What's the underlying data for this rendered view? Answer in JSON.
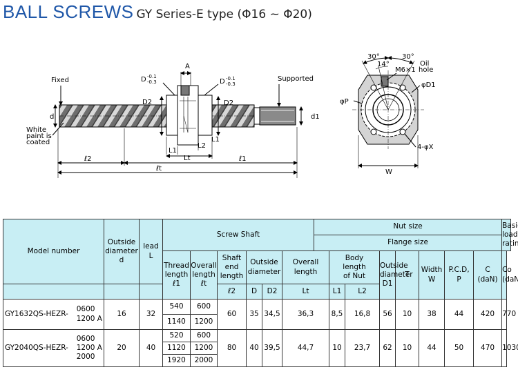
{
  "title": {
    "main": "BALL SCREWS",
    "sub": "GY Series-E type (Φ16 ~ Φ20)"
  },
  "drawing": {
    "fixed": "Fixed",
    "supported": "Supported",
    "white_paint": [
      "White",
      "paint is",
      "coated"
    ],
    "a": "A",
    "d_tol_left": "D",
    "d_tol_right": "D",
    "tol_upper": "-0.1",
    "tol_lower": "-0.3",
    "d2_left": "D2",
    "d2_right": "D2",
    "d": "d",
    "d1": "d1",
    "l1_a": "L1",
    "l1_b": "L1",
    "l2": "L2",
    "lt": "Lt",
    "ell2": "ℓ2",
    "ellt": "ℓt",
    "ell1": "ℓ1",
    "angle1": "30°",
    "angle2": "30°",
    "angle3": "14°",
    "oil": "Oil",
    "hole": "hole",
    "m6": "M6×1",
    "phiP": "φP",
    "phiD1": "φD1",
    "holes": "4-φX",
    "w": "W"
  },
  "table": {
    "h_model": "Model number",
    "h_outside_d": [
      "Outside",
      "diameter",
      "d"
    ],
    "h_lead": [
      "lead",
      "L"
    ],
    "h_screw_shaft": "Screw Shaft",
    "h_nut_size": "Nut size",
    "h_flange_size": "Flange size",
    "h_basic": [
      "Basic",
      "load rating"
    ],
    "h_thread": [
      "Thread",
      "length",
      "ℓ1"
    ],
    "h_overall_shaft": [
      "Overall",
      "length",
      "ℓt"
    ],
    "h_shaft_end": [
      "Shaft",
      "end",
      "length"
    ],
    "h_outside_diam": [
      "Outside",
      "diameter"
    ],
    "h_overall_nut": [
      "Overall",
      "length"
    ],
    "h_body": [
      "Body",
      "length",
      "of Nut"
    ],
    "h_outside_d1": [
      "Outside",
      "diameter",
      "D1"
    ],
    "h_t": "T",
    "h_width": [
      "Width",
      "W"
    ],
    "h_pcd": [
      "P.C.D,",
      "P"
    ],
    "h_c": [
      "C",
      "(daN)"
    ],
    "h_co": [
      "Co",
      "(daN)"
    ],
    "u_l2": "ℓ2",
    "u_d": "D",
    "u_d2": "D2",
    "u_lt": "Lt",
    "u_l1": "L1",
    "u_l2b": "L2",
    "rows": [
      {
        "model": "GY1632QS-HEZR-",
        "subs": [
          "0600",
          "1200 A"
        ],
        "d": "16",
        "lead": "32",
        "thread": [
          "540",
          "1140"
        ],
        "overall": [
          "600",
          "1200"
        ],
        "shaft_end": "60",
        "D": "35",
        "D2": "34,5",
        "Lt": "36,3",
        "L1": "8,5",
        "L2": "16,8",
        "D1": "56",
        "T": "10",
        "W": "38",
        "P": "44",
        "C": "420",
        "Co": "770"
      },
      {
        "model": "GY2040QS-HEZR-",
        "subs": [
          "0600",
          "1200 A",
          "2000"
        ],
        "d": "20",
        "lead": "40",
        "thread": [
          "520",
          "1120",
          "1920"
        ],
        "overall": [
          "600",
          "1200",
          "2000"
        ],
        "shaft_end": "80",
        "D": "40",
        "D2": "39,5",
        "Lt": "44,7",
        "L1": "10",
        "L2": "23,7",
        "D1": "62",
        "T": "10",
        "W": "44",
        "P": "50",
        "C": "470",
        "Co": "1030"
      }
    ]
  }
}
